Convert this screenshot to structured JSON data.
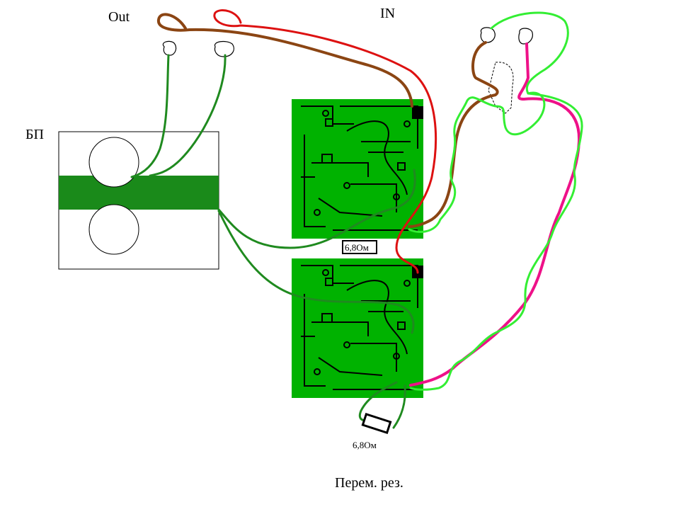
{
  "labels": {
    "out": "Out",
    "in": "IN",
    "psu": "БП",
    "resistor_top": "6,8Ом",
    "resistor_bottom": "6,8Ом",
    "pot": "Перем. рез."
  },
  "colors": {
    "background": "#ffffff",
    "pcb": "#00b200",
    "pcb_trace": "#000000",
    "psu_band": "#1a8a1a",
    "wire_green": "#1f8a1f",
    "wire_light_green": "#33ee33",
    "wire_brown": "#8b4513",
    "wire_red": "#dd1111",
    "wire_pink": "#ee1188",
    "outline": "#000000"
  }
}
